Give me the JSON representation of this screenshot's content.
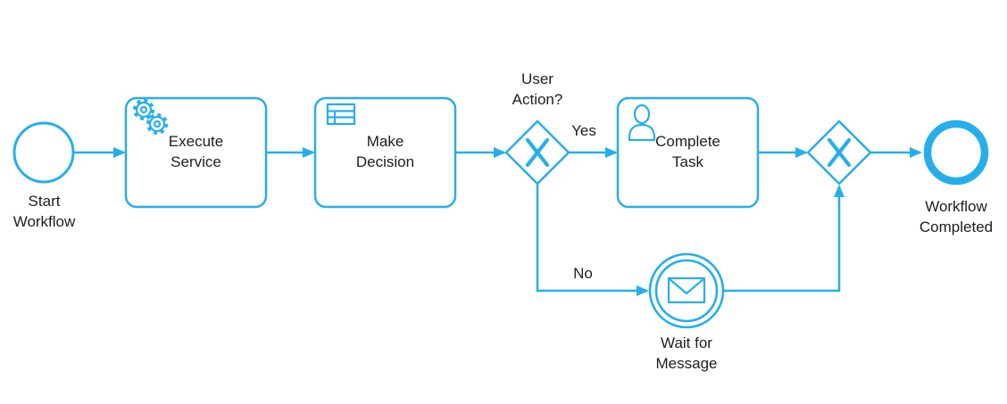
{
  "colors": {
    "accent": "#27aeea",
    "text": "#1e1e1e",
    "background": "#ffffff"
  },
  "diagram": {
    "type": "bpmn-workflow",
    "nodes": {
      "start_event": {
        "label": "Start Workflow",
        "kind": "start-event"
      },
      "execute_service": {
        "label": "Execute Service",
        "kind": "service-task",
        "icon": "gears-icon"
      },
      "make_decision": {
        "label": "Make Decision",
        "kind": "business-rule-task",
        "icon": "decision-table-icon"
      },
      "user_action_gateway": {
        "label": "User Action?",
        "kind": "exclusive-gateway",
        "marker": "X"
      },
      "complete_task": {
        "label": "Complete Task",
        "kind": "user-task",
        "icon": "person-icon"
      },
      "wait_for_message": {
        "label": "Wait for Message",
        "kind": "message-catch-event",
        "icon": "envelope-icon"
      },
      "merge_gateway": {
        "label": "",
        "kind": "exclusive-gateway",
        "marker": "X"
      },
      "end_event": {
        "label": "Workflow Completed",
        "kind": "end-event"
      }
    },
    "edge_labels": {
      "yes": "Yes",
      "no": "No"
    }
  }
}
